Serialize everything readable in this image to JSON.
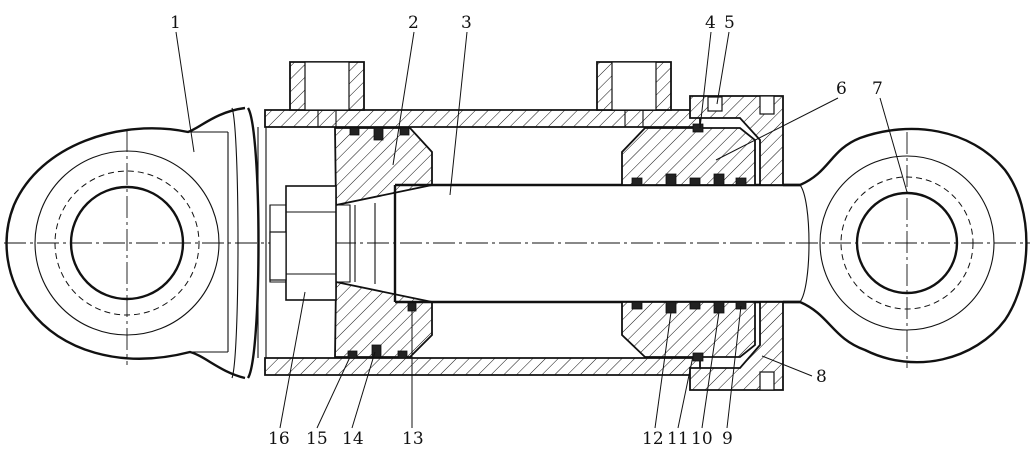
{
  "diagram": {
    "part_numbers": [
      "1",
      "2",
      "3",
      "4",
      "5",
      "6",
      "7",
      "8",
      "9",
      "10",
      "11",
      "12",
      "13",
      "14",
      "15",
      "16"
    ]
  },
  "colors": {
    "line": "#111111",
    "background": "#ffffff"
  }
}
